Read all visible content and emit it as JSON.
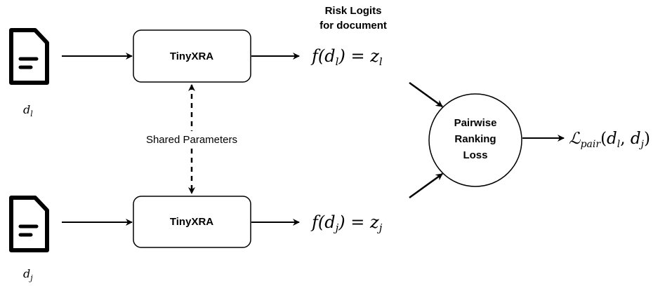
{
  "diagram": {
    "header": {
      "line1": "Risk Logits",
      "line2": "for document"
    },
    "model_top": {
      "label": "TinyXRA"
    },
    "model_bottom": {
      "label": "TinyXRA"
    },
    "shared_label": "Shared Parameters",
    "doc_top": {
      "icon": "document-icon",
      "label_base": "d",
      "label_sub": "l"
    },
    "doc_bottom": {
      "icon": "document-icon",
      "label_base": "d",
      "label_sub": "j"
    },
    "output_top": {
      "f": "f(",
      "d": "d",
      "sub": "l",
      "close": ")",
      "eq": " = ",
      "z": "z",
      "zsub": "l"
    },
    "output_bottom": {
      "f": "f(",
      "d": "d",
      "sub": "j",
      "close": ")",
      "eq": " = ",
      "z": "z",
      "zsub": "j"
    },
    "loss": {
      "line1": "Pairwise",
      "line2": "Ranking",
      "line3": "Loss"
    },
    "result": {
      "L": "ℒ",
      "sub": "pair",
      "args_open": "(",
      "d1": "d",
      "d1sub": "l",
      "comma": ", ",
      "d2": "d",
      "d2sub": "j",
      "args_close": ")"
    }
  }
}
